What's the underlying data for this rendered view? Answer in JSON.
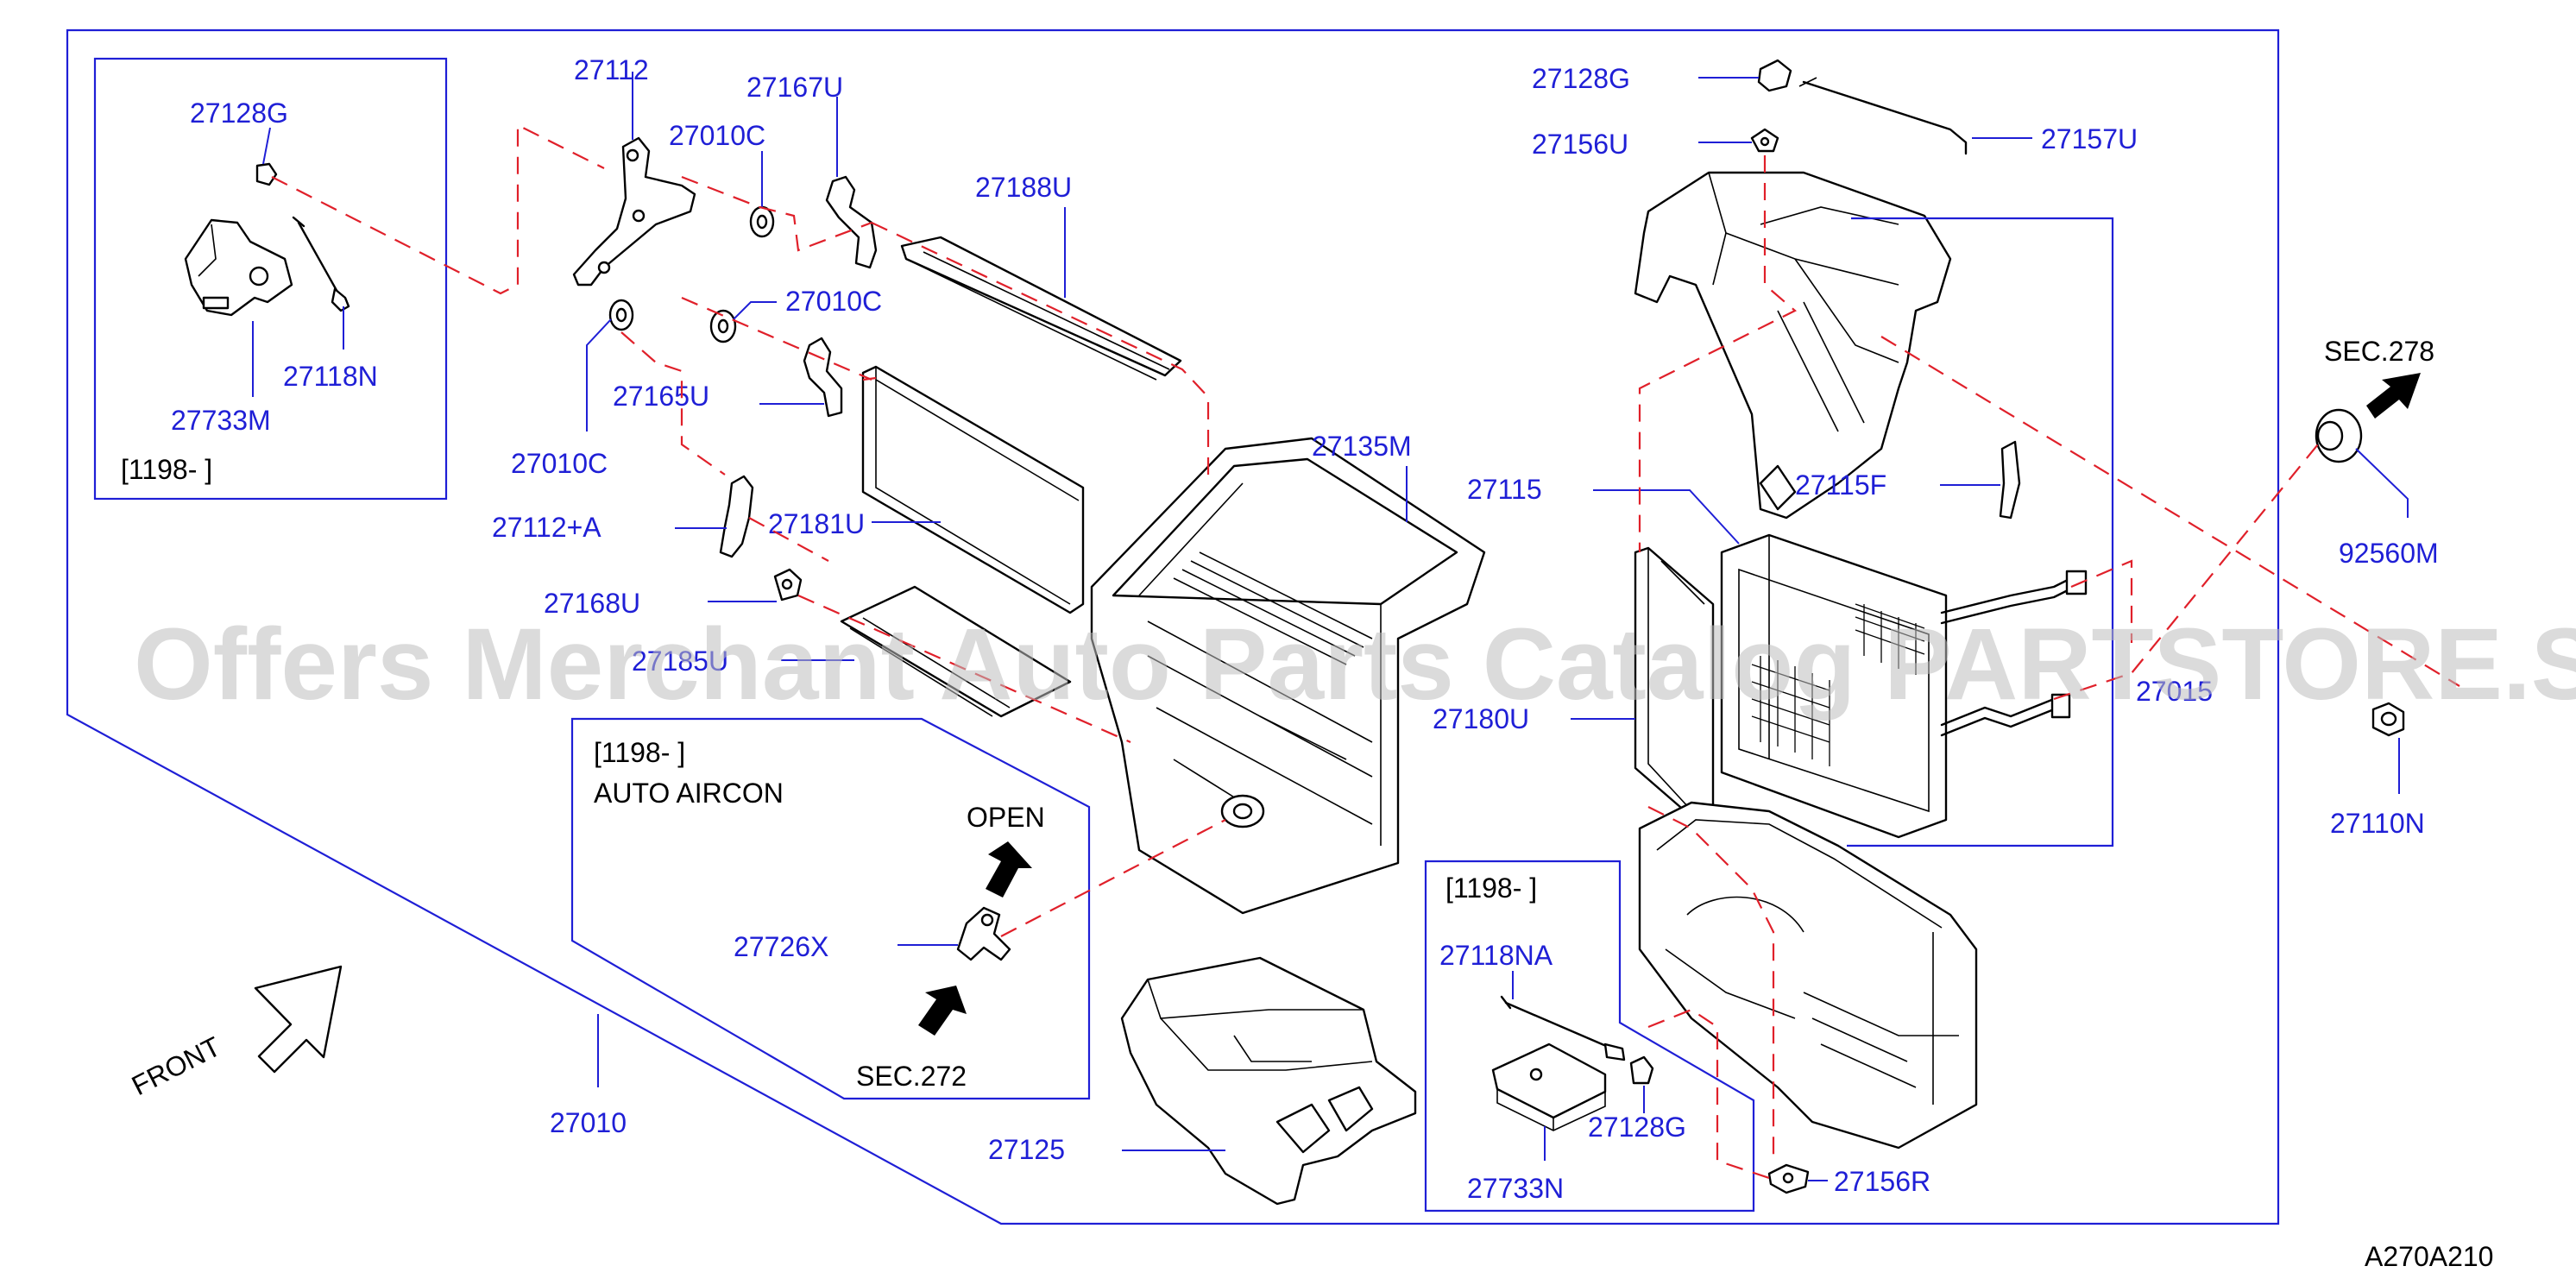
{
  "colors": {
    "label": "#1f1fd6",
    "leader": "#e0202a",
    "outline": "#000000",
    "watermark": "#bdbdbd"
  },
  "watermark": "Offers Merchant Auto Parts Catalog PARTSTORE.SA",
  "figure_code": "A270A210",
  "front_label": "FRONT",
  "insets": {
    "left": {
      "bracket": "[1198-    ]"
    },
    "auto": {
      "bracket": "[1198-    ]",
      "title": "AUTO   AIRCON",
      "open": "OPEN",
      "sec": "SEC.272"
    },
    "lower": {
      "bracket": "[1198-    ]"
    }
  },
  "sec_278": "SEC.278",
  "callouts": {
    "p27128g_a": "27128G",
    "p27733m": "27733M",
    "p27118n": "27118N",
    "p27112": "27112",
    "p27010c_a": "27010C",
    "p27167u": "27167U",
    "p27010c_b": "27010C",
    "p27165u": "27165U",
    "p27010c_c": "27010C",
    "p27188u": "27188U",
    "p27112a": "27112+A",
    "p27181u": "27181U",
    "p27168u": "27168U",
    "p27185u": "27185U",
    "p27135m": "27135M",
    "p27726x": "27726X",
    "p27010": "27010",
    "p27125": "27125",
    "p27128g_b": "27128G",
    "p27156u": "27156U",
    "p27157u": "27157U",
    "p27115": "27115",
    "p27115f": "27115F",
    "p27180u": "27180U",
    "p27015": "27015",
    "p92560m": "92560M",
    "p27110n": "27110N",
    "p27118na": "27118NA",
    "p27128g_c": "27128G",
    "p27733n": "27733N",
    "p27156r": "27156R"
  }
}
